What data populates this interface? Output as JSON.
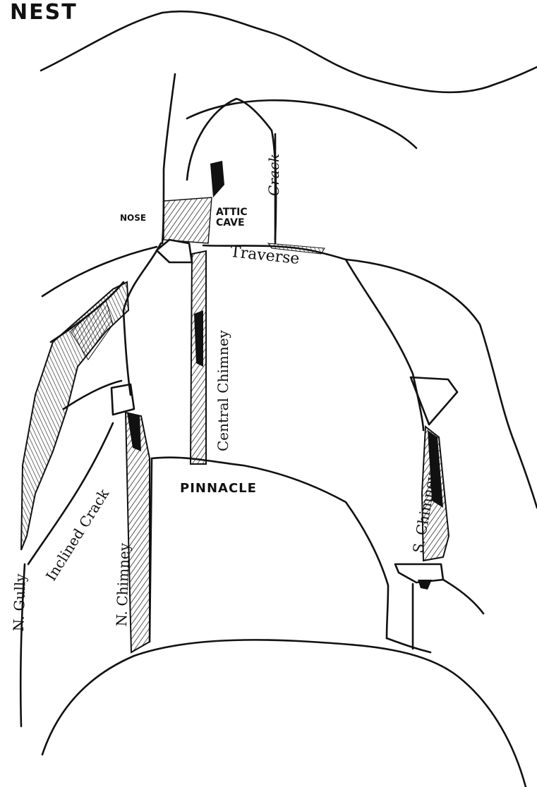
{
  "title": "NEST",
  "labels": {
    "nose": "NOSE",
    "attic_line1": "ATTIC",
    "attic_line2": "CAVE",
    "crack": "Crack",
    "traverse": "Traverse",
    "central_chimney": "Central Chimney",
    "pinnacle": "PINNACLE",
    "s_chimney": "S. Chimney",
    "inclined_crack": "Inclined Crack",
    "n_gully": "N. Gully",
    "n_chimney": "N. Chimney"
  },
  "colors": {
    "ink": "#111111",
    "paper": "#ffffff"
  }
}
